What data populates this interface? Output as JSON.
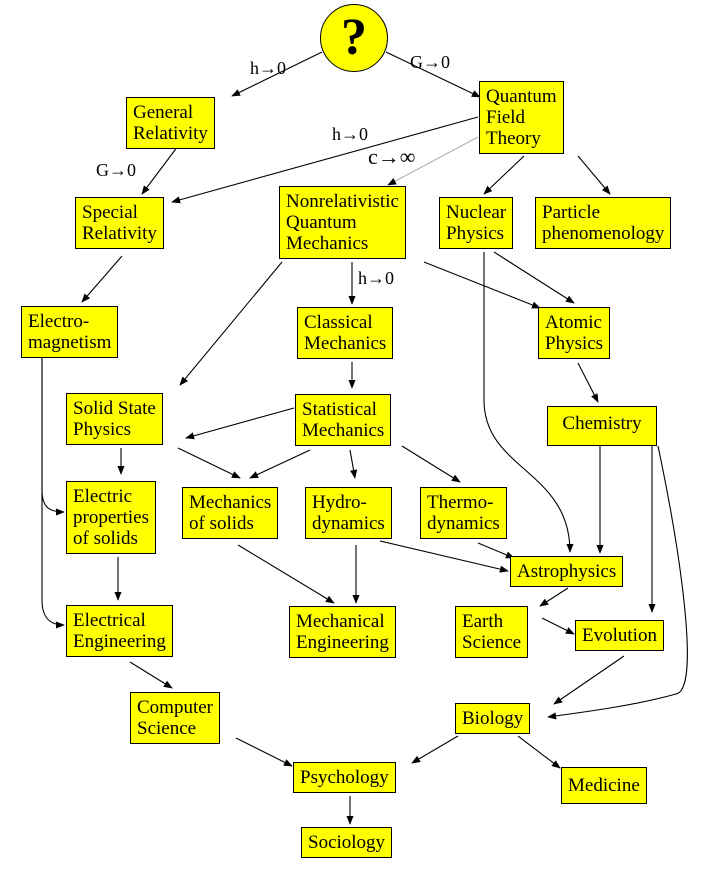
{
  "root": {
    "label": "?"
  },
  "nodes": {
    "gr": [
      "General",
      "Relativity"
    ],
    "qft": [
      "Quantum",
      "Field",
      "Theory"
    ],
    "sr": [
      "Special",
      "Relativity"
    ],
    "nqm": [
      "Nonrelativistic",
      "Quantum",
      "Mechanics"
    ],
    "nuclear": [
      "Nuclear",
      "Physics"
    ],
    "particle": [
      "Particle",
      "phenomenology"
    ],
    "em": [
      "Electro-",
      "magnetism"
    ],
    "classical": [
      "Classical",
      "Mechanics"
    ],
    "atomic": [
      "Atomic",
      "Physics"
    ],
    "solidstate": [
      "Solid State",
      "Physics"
    ],
    "statmech": [
      "Statistical",
      "Mechanics"
    ],
    "chemistry": [
      "Chemistry"
    ],
    "electricprops": [
      "Electric",
      "properties",
      "of solids"
    ],
    "mechsolids": [
      "Mechanics",
      "of solids"
    ],
    "hydro": [
      "Hydro-",
      "dynamics"
    ],
    "thermo": [
      "Thermo-",
      "dynamics"
    ],
    "astro": [
      "Astrophysics"
    ],
    "earth": [
      "Earth",
      "Science"
    ],
    "evolution": [
      "Evolution"
    ],
    "ee": [
      "Electrical",
      "Engineering"
    ],
    "mecheng": [
      "Mechanical",
      "Engineering"
    ],
    "cs": [
      "Computer",
      "Science"
    ],
    "biology": [
      "Biology"
    ],
    "psychology": [
      "Psychology"
    ],
    "medicine": [
      "Medicine"
    ],
    "sociology": [
      "Sociology"
    ]
  },
  "edge_labels": {
    "root_gr": "h→0",
    "root_qft": "G→0",
    "gr_sr": "G→0",
    "qft_sr": "h→0",
    "qft_nqm": "c→∞",
    "nqm_classical": "h→0"
  }
}
